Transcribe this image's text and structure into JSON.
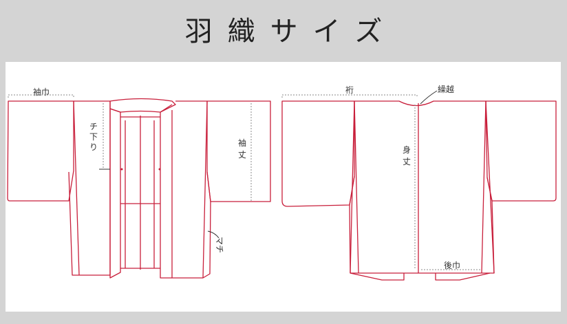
{
  "title": "羽織サイズ",
  "labels": {
    "sode_haba": "袖巾",
    "chi_sagari": "チ下り",
    "sode_take": "袖丈",
    "machi": "マチ",
    "yuki": "裄",
    "kurikoshi": "繰越",
    "mi_take": "身丈",
    "ushiro_haba": "後巾"
  },
  "colors": {
    "outline": "#c81e3a",
    "background": "#d4d4d4",
    "panel": "#ffffff"
  }
}
